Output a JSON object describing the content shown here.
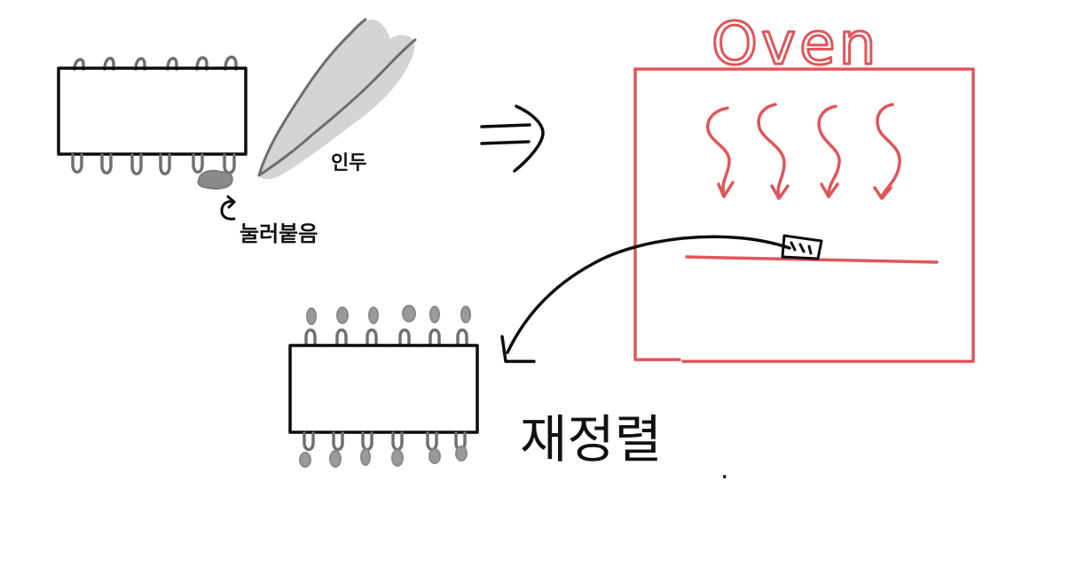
{
  "labels": {
    "iron": "인두",
    "melted": "눌러붙음",
    "oven": "Oven",
    "reflow": "재정렬",
    "reflow_dot": "."
  },
  "colors": {
    "ink": "#0b0b0b",
    "oven_red": "#e0555a",
    "pin_gray": "#707070",
    "iron_fill": "#d4d4d4",
    "solder_blob": "#8a8a8a"
  },
  "icons": {
    "step_arrow": "double-arrow-right-icon",
    "return_arrow": "curved-arrow-icon",
    "heat": "heat-wave-icon"
  }
}
